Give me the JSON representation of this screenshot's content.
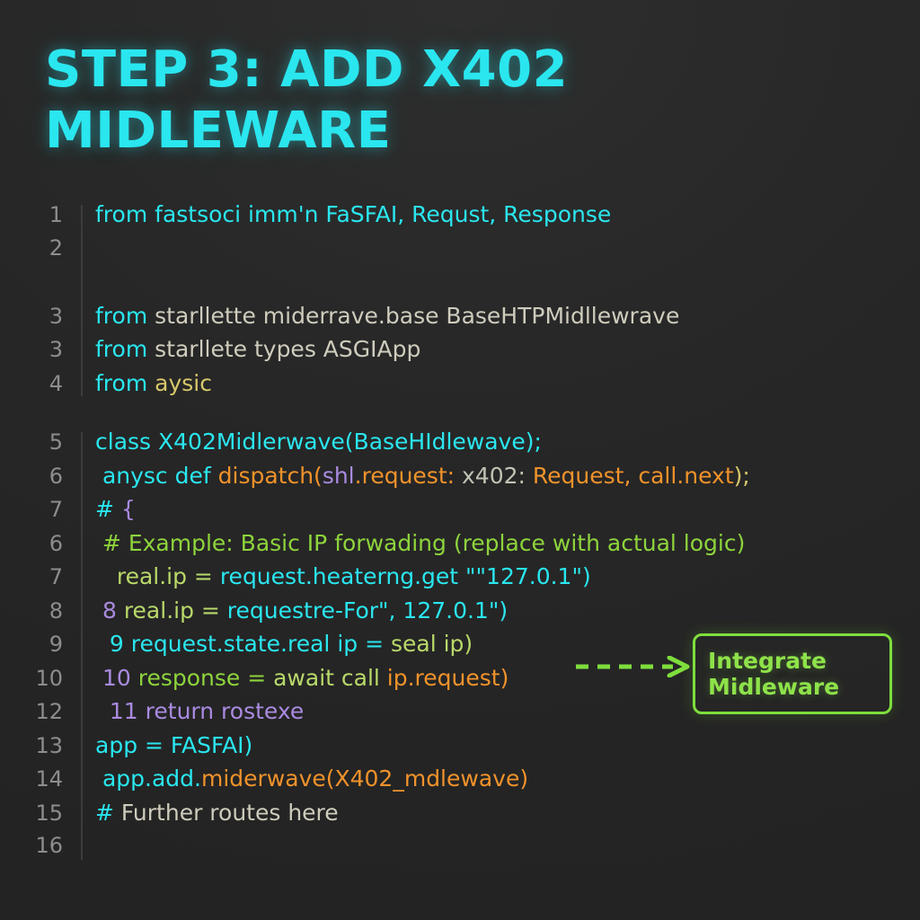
{
  "slide": {
    "background_color": "#262626",
    "title": "STEP 3: ADD X402 MIDLEWARE",
    "title_color": "#2ae6ef"
  },
  "accent_colors": {
    "title_cyan": "#2ae6ef",
    "callout_green": "#7ede3d",
    "keyword_cyan": "#2ae6ef",
    "string_orange": "#f0922b",
    "comment_green": "#8ed43c",
    "number_purple": "#a98ae0",
    "gutter_gray": "#8d8d8d"
  },
  "code": {
    "groups": [
      {
        "lines": [
          {
            "number": "1",
            "tokens": [
              {
                "text": "from ",
                "cls": "t-key"
              },
              {
                "text": "fastsoci imm'n ",
                "cls": "t-cyan"
              },
              {
                "text": "FaSFAI, Requst, Response",
                "cls": "t-cyan"
              }
            ]
          },
          {
            "number": "2",
            "tokens": []
          },
          {
            "number": "",
            "tokens": []
          },
          {
            "number": "3",
            "tokens": [
              {
                "text": "from ",
                "cls": "t-key"
              },
              {
                "text": "starllette miderrave.base BaseHTPMidllewrave",
                "cls": "t-plain"
              }
            ]
          },
          {
            "number": "3",
            "tokens": [
              {
                "text": "from ",
                "cls": "t-key"
              },
              {
                "text": "starllete types ASGIApp",
                "cls": "t-plain"
              }
            ]
          },
          {
            "number": "4",
            "tokens": [
              {
                "text": "from ",
                "cls": "t-key"
              },
              {
                "text": "aysic",
                "cls": "t-yel"
              }
            ]
          }
        ]
      },
      {
        "lines": [
          {
            "number": "5",
            "tokens": [
              {
                "text": "class X402Midlerwave(BaseHIdlewave);",
                "cls": "t-cyan"
              }
            ]
          },
          {
            "number": "6",
            "tokens": [
              {
                "text": " anysc def ",
                "cls": "t-cyan"
              },
              {
                "text": "dispatch(",
                "cls": "t-org"
              },
              {
                "text": "shl",
                "cls": "t-pur"
              },
              {
                "text": ".request: ",
                "cls": "t-org"
              },
              {
                "text": "x402: ",
                "cls": "t-gray"
              },
              {
                "text": "Request, call.next",
                "cls": "t-org"
              },
              {
                "text": ");",
                "cls": "t-yel"
              }
            ]
          },
          {
            "number": "7",
            "tokens": [
              {
                "text": "# ",
                "cls": "t-cyan"
              },
              {
                "text": "{",
                "cls": "t-pur"
              }
            ]
          },
          {
            "number": "6",
            "tokens": [
              {
                "text": " # Example: Basic IP forwading (replace with actual logic)",
                "cls": "t-grn"
              }
            ]
          },
          {
            "number": "7",
            "tokens": [
              {
                "text": "   real.ip = ",
                "cls": "t-lgrn"
              },
              {
                "text": "request.heaterng.get \"\"127.0.1\")",
                "cls": "t-cyan"
              }
            ]
          },
          {
            "number": "8",
            "tokens": [
              {
                "text": " 8 ",
                "cls": "t-pur"
              },
              {
                "text": "real.ip = ",
                "cls": "t-lgrn"
              },
              {
                "text": "requestre-For\", 127.0.1\")",
                "cls": "t-cyan"
              }
            ]
          },
          {
            "number": "9",
            "tokens": [
              {
                "text": "  9 request.state.real ip = ",
                "cls": "t-cyan"
              },
              {
                "text": "seal ip)",
                "cls": "t-lgrn"
              }
            ]
          },
          {
            "number": "10",
            "tokens": [
              {
                "text": " 10 ",
                "cls": "t-pur"
              },
              {
                "text": "response = ",
                "cls": "t-grn"
              },
              {
                "text": "await call ",
                "cls": "t-lgrn"
              },
              {
                "text": "ip.request)",
                "cls": "t-org"
              }
            ]
          },
          {
            "number": "12",
            "tokens": [
              {
                "text": "  11 return rostexe",
                "cls": "t-pur"
              }
            ]
          },
          {
            "number": "13",
            "tokens": [
              {
                "text": "app = FASFAI)",
                "cls": "t-cyan"
              }
            ]
          },
          {
            "number": "14",
            "tokens": [
              {
                "text": " app.add.",
                "cls": "t-cyan"
              },
              {
                "text": "miderwave(X402_mdlewave)",
                "cls": "t-org"
              }
            ]
          },
          {
            "number": "15",
            "tokens": [
              {
                "text": "# ",
                "cls": "t-cyan"
              },
              {
                "text": "Further routes here",
                "cls": "t-plain"
              }
            ]
          },
          {
            "number": "16",
            "tokens": []
          }
        ]
      }
    ]
  },
  "callout": {
    "text": "Integrate\nMidleware",
    "border_color": "#7ede3d",
    "text_color": "#8ee24a",
    "arrow_style": "dashed-right-arrow"
  }
}
